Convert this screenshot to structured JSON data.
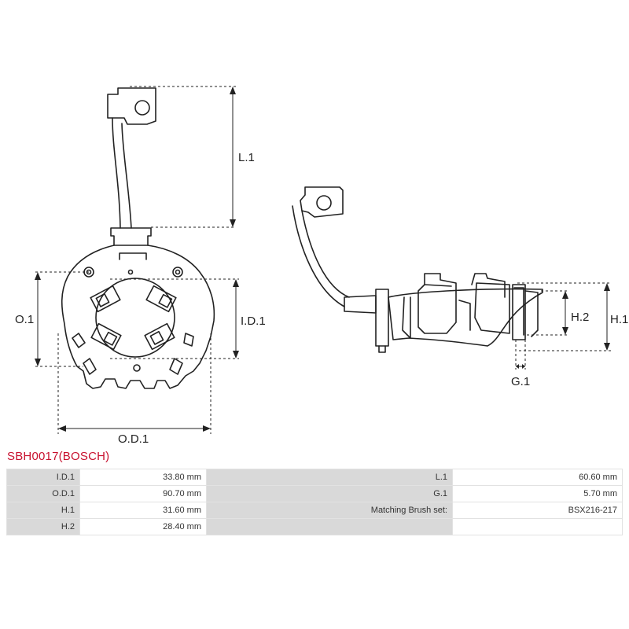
{
  "diagram": {
    "dimension_labels": {
      "l1": "L.1",
      "o1": "O.1",
      "id1": "I.D.1",
      "od1": "O.D.1",
      "h1": "H.1",
      "h2": "H.2",
      "g1": "G.1"
    }
  },
  "part": {
    "title": "SBH0017(BOSCH)"
  },
  "specs": [
    {
      "label": "I.D.1",
      "value": "33.80 mm",
      "label2": "L.1",
      "value2": "60.60 mm"
    },
    {
      "label": "O.D.1",
      "value": "90.70 mm",
      "label2": "G.1",
      "value2": "5.70 mm"
    },
    {
      "label": "H.1",
      "value": "31.60 mm",
      "label2": "Matching Brush set:",
      "value2": "BSX216-217"
    },
    {
      "label": "H.2",
      "value": "28.40 mm",
      "label2": "",
      "value2": ""
    }
  ],
  "colors": {
    "title": "#c8102e",
    "label_cell": "#d9d9d9",
    "line": "#222222"
  }
}
